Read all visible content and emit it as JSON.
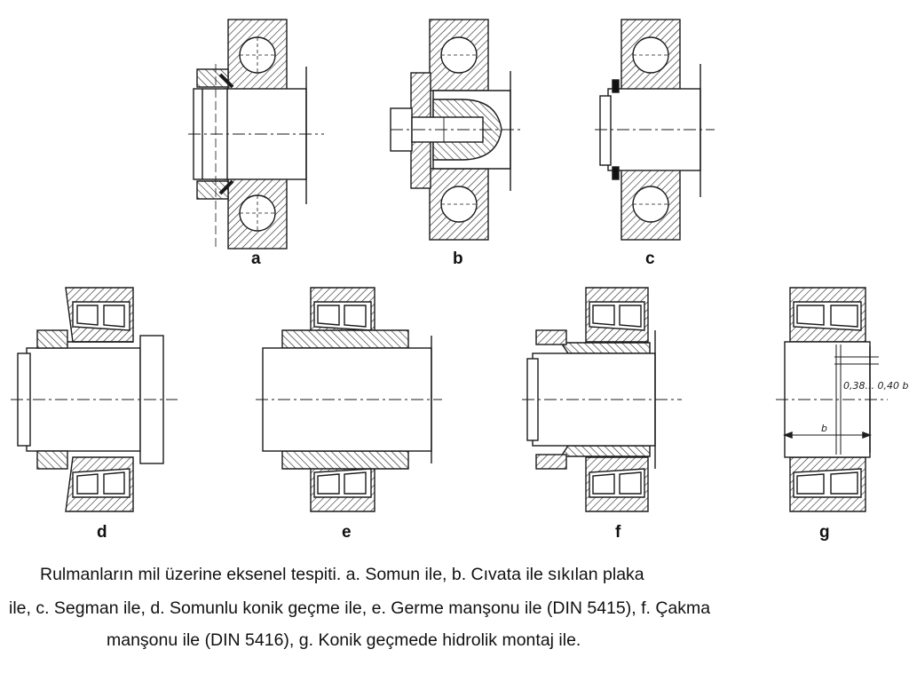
{
  "figure": {
    "labels": {
      "a": "a",
      "b": "b",
      "c": "c",
      "d": "d",
      "e": "e",
      "f": "f",
      "g": "g"
    },
    "dimension_g_upper": "0,38... 0,40 b",
    "dimension_g_lower": "b"
  },
  "caption": {
    "line1": "Rulmanların mil üzerine eksenel tespiti. a. Somun ile, b. Cıvata ile sıkılan plaka",
    "line2": "ile, c. Segman ile, d. Somunlu konik geçme ile, e. Germe manşonu ile (DIN 5415), f. Çakma",
    "line3": "manşonu ile (DIN 5416), g. Konik geçmede hidrolik montaj ile."
  }
}
